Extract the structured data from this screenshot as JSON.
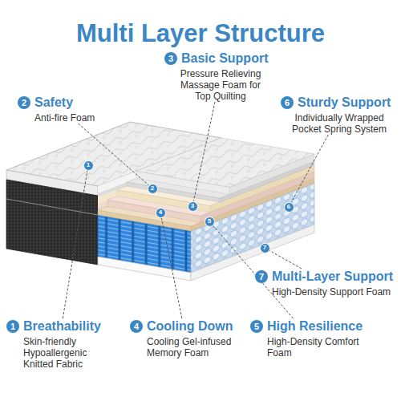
{
  "diagram": {
    "title": "Multi Layer Structure",
    "nodes": [
      {
        "text": [
          "3",
          "Basic Support",
          "Pressure Relieving Massage Foam for Top Quilting"
        ]
      },
      {
        "text": [
          "2",
          "Safety",
          "Anti-fire Foam"
        ]
      },
      {
        "text": [
          "6",
          "Sturdy Support",
          "Individually Wrapped Pocket Spring System"
        ]
      },
      {
        "text": [
          "7",
          "Multi-Layer Support",
          "High-Density Support Foam"
        ]
      },
      {
        "text": [
          "1",
          "Breathability",
          "Skin-friendly Hypoallergenic Knitted Fabric"
        ]
      },
      {
        "text": [
          "4",
          "Cooling Down",
          "Cooling Gel-infused Memory Foam"
        ]
      },
      {
        "text": [
          "5",
          "High Resilience",
          "High-Density Comfort Foam"
        ]
      },
      {
        "text": [
          "1"
        ]
      },
      {
        "text": [
          "2"
        ]
      },
      {
        "text": [
          "3"
        ]
      },
      {
        "text": [
          "4"
        ]
      },
      {
        "text": [
          "5"
        ]
      },
      {
        "text": [
          "6"
        ]
      },
      {
        "text": [
          "7"
        ]
      }
    ],
    "edges": [
      {
        "from": 0,
        "to": 9,
        "arrow": "none"
      },
      {
        "from": 1,
        "to": 8,
        "arrow": "none"
      },
      {
        "from": 2,
        "to": 12,
        "arrow": "none"
      },
      {
        "from": 3,
        "to": 13,
        "arrow": "none"
      },
      {
        "from": 4,
        "to": 7,
        "arrow": "none"
      },
      {
        "from": 5,
        "to": 10,
        "arrow": "none"
      },
      {
        "from": 6,
        "to": 11,
        "arrow": "none"
      }
    ]
  }
}
